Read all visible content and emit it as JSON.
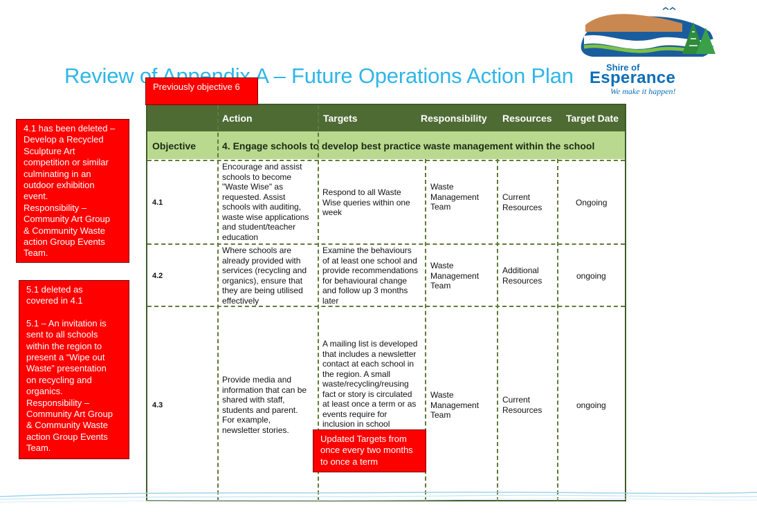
{
  "header": {
    "title": "Review of Appendix A – Future Operations Action Plan",
    "logo": {
      "line1": "Shire of",
      "line2": "Esperance",
      "tagline": "We make it happen!"
    }
  },
  "notes": {
    "previous_objective": "Previously objective 6",
    "note_41": [
      "4.1 has been deleted –",
      "Develop a Recycled",
      "Sculpture Art",
      "competition or similar",
      "culminating in an",
      "outdoor exhibition",
      "event.",
      "Responsibility –",
      "Community Art Group",
      "& Community Waste",
      "action Group Events",
      "Team."
    ],
    "note_51_a": [
      "5.1 deleted as",
      "covered in 4.1"
    ],
    "note_51_b": [
      "5.1 – An invitation is",
      "sent to all schools",
      "within the region to",
      "present a “Wipe out",
      "Waste” presentation",
      "on recycling and",
      "organics.",
      "Responsibility –",
      "Community Art Group",
      "& Community Waste",
      "action Group Events",
      "Team."
    ],
    "updated_targets": [
      "Updated Targets from",
      "once every two months",
      "to once a term"
    ]
  },
  "table": {
    "columns": [
      "",
      "Action",
      "Targets",
      "Responsibility",
      "Resources",
      "Target Date"
    ],
    "objective_label": "Objective",
    "objective_text": "4. Engage schools to develop best practice waste management within the school",
    "rows": [
      {
        "id": "4.1",
        "action": [
          "Encourage and assist",
          "schools to become",
          "\"Waste Wise\" as",
          "requested. Assist",
          "schools with auditing,",
          "waste wise applications",
          "and student/teacher",
          "education"
        ],
        "targets": [
          "Respond to all Waste",
          "Wise queries within one",
          "week"
        ],
        "responsibility": [
          "Waste",
          "Management",
          "Team"
        ],
        "resources": [
          "Current",
          "Resources"
        ],
        "date": "Ongoing"
      },
      {
        "id": "4.2",
        "action": [
          "Where schools are",
          "already provided with",
          "services (recycling and",
          "organics), ensure that",
          "they are being utilised",
          "effectively"
        ],
        "targets": [
          "Examine the behaviours",
          "of at least one school and",
          "provide recommendations",
          "for behavioural change",
          "and follow up 3 months",
          "later"
        ],
        "responsibility": [
          "Waste",
          "Management",
          "Team"
        ],
        "resources": [
          "Additional",
          "Resources"
        ],
        "date": "ongoing"
      },
      {
        "id": "4.3",
        "action": [
          "Provide media and",
          "information that can be",
          "shared with staff,",
          "students and parent.",
          "For example,",
          "newsletter stories."
        ],
        "targets": [
          "A mailing list is developed",
          "that includes a newsletter",
          "contact at each school in",
          "the region. A small",
          "waste/recycling/reusing",
          "fact or story is circulated",
          "at least once a term or as",
          "events require for",
          "inclusion in school"
        ],
        "responsibility": [
          "Waste",
          "Management",
          "Team"
        ],
        "resources": [
          "Current",
          "Resources"
        ],
        "date": "ongoing"
      }
    ]
  }
}
